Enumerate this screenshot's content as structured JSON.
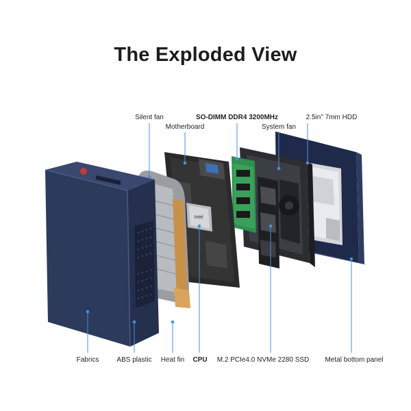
{
  "title": "The Exploded View",
  "labels": {
    "silent_fan": "Silent fan",
    "motherboard": "Motherboard",
    "sodimm": "SO-DIMM DDR4 3200MHz",
    "system_fan": "System fan",
    "hdd": "2.5in\" 7mm HDD",
    "fabrics": "Fabrics",
    "abs_plastic": "ABS plastic",
    "heat_fin": "Heat fin",
    "cpu": "CPU",
    "ssd": "M.2 PCIe4.0 NVMe 2280 SSD",
    "metal_panel": "Metal bottom panel"
  },
  "chip_text": "Intel",
  "colors": {
    "accent_line": "#4a90d9",
    "case_navy": "#2c3a5c",
    "pcb": "#2a2a2a",
    "ram_green": "#2f8f4e",
    "copper": "#c8914a"
  }
}
